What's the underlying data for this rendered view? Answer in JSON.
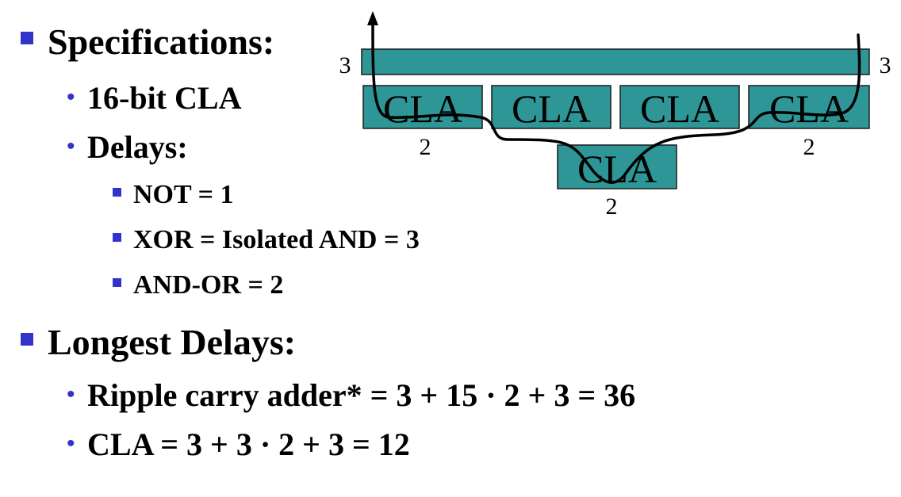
{
  "bullets": {
    "specifications": "Specifications:",
    "cla_16bit": "16-bit CLA",
    "delays": "Delays:",
    "not_delay": "NOT = 1",
    "xor_delay": "XOR = Isolated AND = 3",
    "andor_delay": "AND-OR = 2",
    "longest_delays": "Longest Delays:",
    "ripple": "Ripple carry adder* = 3 + 15 · 2 + 3 = 36",
    "cla_total": "CLA = 3 + 3 · 2 + 3 = 12"
  },
  "diagram": {
    "block_label": "CLA",
    "top_bar_left_delay": "3",
    "top_bar_right_delay": "3",
    "block1_delay": "2",
    "block4_delay": "2",
    "bottom_block_delay": "2"
  },
  "colors": {
    "block_fill": "#2e9696",
    "bullet_accent": "#3333cc"
  }
}
